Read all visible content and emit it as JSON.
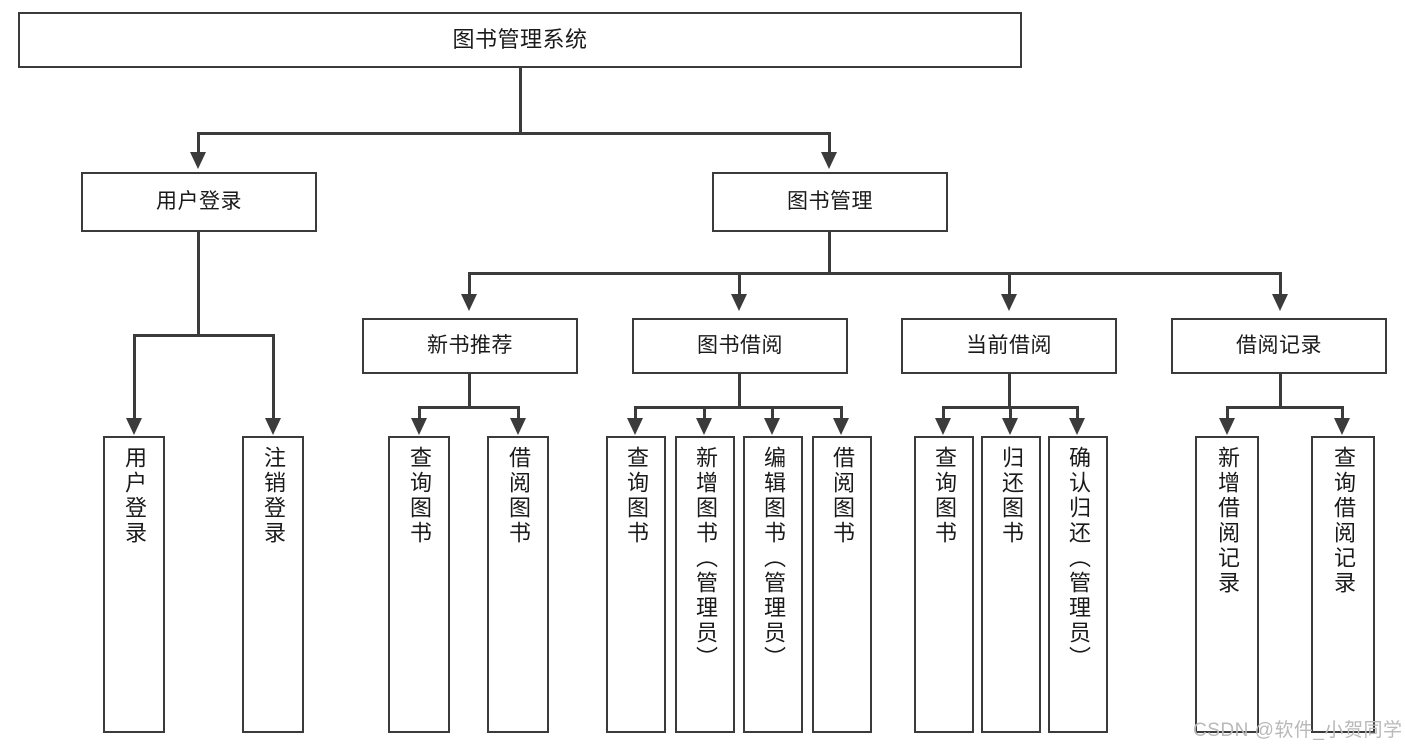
{
  "diagram": {
    "title": "图书管理系统",
    "type": "hierarchy-tree",
    "levels": 4,
    "root": {
      "id": "root",
      "label": "图书管理系统"
    },
    "level2": [
      {
        "id": "user-login",
        "label": "用户登录"
      },
      {
        "id": "book-management",
        "label": "图书管理"
      }
    ],
    "level3": [
      {
        "id": "new-book-recommend",
        "label": "新书推荐",
        "parent": "book-management"
      },
      {
        "id": "book-borrow",
        "label": "图书借阅",
        "parent": "book-management"
      },
      {
        "id": "current-borrow",
        "label": "当前借阅",
        "parent": "book-management"
      },
      {
        "id": "borrow-record",
        "label": "借阅记录",
        "parent": "book-management"
      }
    ],
    "leaves": {
      "user_login": [
        {
          "id": "leaf-user-login",
          "label": "用户登录"
        },
        {
          "id": "leaf-user-logout",
          "label": "注销登录"
        }
      ],
      "new_book_recommend": [
        {
          "id": "leaf-query-book-1",
          "label": "查询图书"
        },
        {
          "id": "leaf-borrow-book-1",
          "label": "借阅图书"
        }
      ],
      "book_borrow": [
        {
          "id": "leaf-query-book-2",
          "label": "查询图书"
        },
        {
          "id": "leaf-add-book",
          "label": "新增图书（管理员）"
        },
        {
          "id": "leaf-edit-book",
          "label": "编辑图书（管理员）"
        },
        {
          "id": "leaf-borrow-book-2",
          "label": "借阅图书"
        }
      ],
      "current_borrow": [
        {
          "id": "leaf-query-book-3",
          "label": "查询图书"
        },
        {
          "id": "leaf-return-book",
          "label": "归还图书"
        },
        {
          "id": "leaf-confirm-return",
          "label": "确认归还（管理员）"
        }
      ],
      "borrow_record": [
        {
          "id": "leaf-add-record",
          "label": "新增借阅记录"
        },
        {
          "id": "leaf-query-record",
          "label": "查询借阅记录"
        }
      ]
    }
  },
  "watermark": {
    "text": "CSDN @软件_小贺同学"
  },
  "colors": {
    "background": "#ffffff",
    "border": "#3b3b3b",
    "text": "#1a1a1a",
    "watermark": "#b9b9b9"
  }
}
